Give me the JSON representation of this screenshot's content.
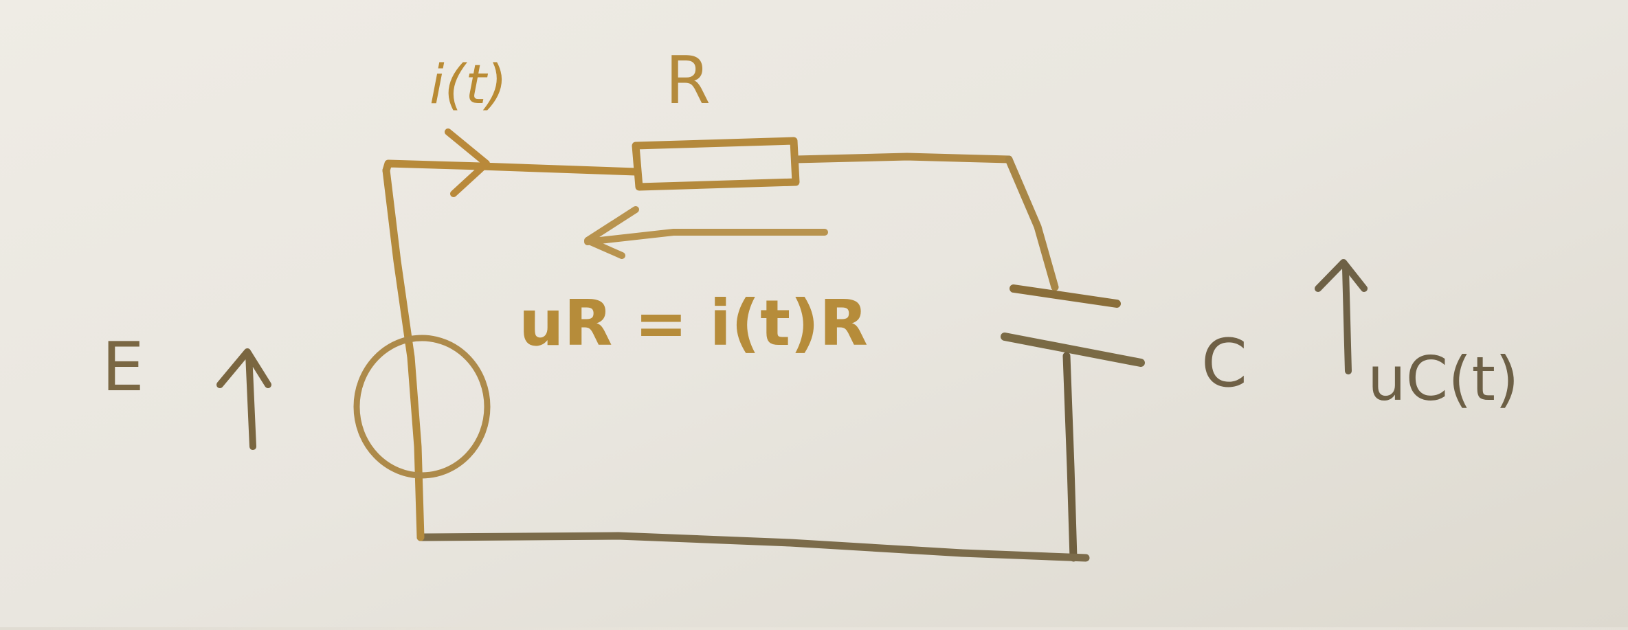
{
  "colors": {
    "paper": "#e8e5de",
    "ink_gold": "#b58a3a",
    "ink_dark": "#6f5f3f"
  },
  "labels": {
    "current": "i(t)",
    "resistor": "R",
    "resistor_voltage": "uR = i(t)R",
    "source": "E",
    "capacitor": "C",
    "capacitor_voltage": "uC(t)"
  }
}
